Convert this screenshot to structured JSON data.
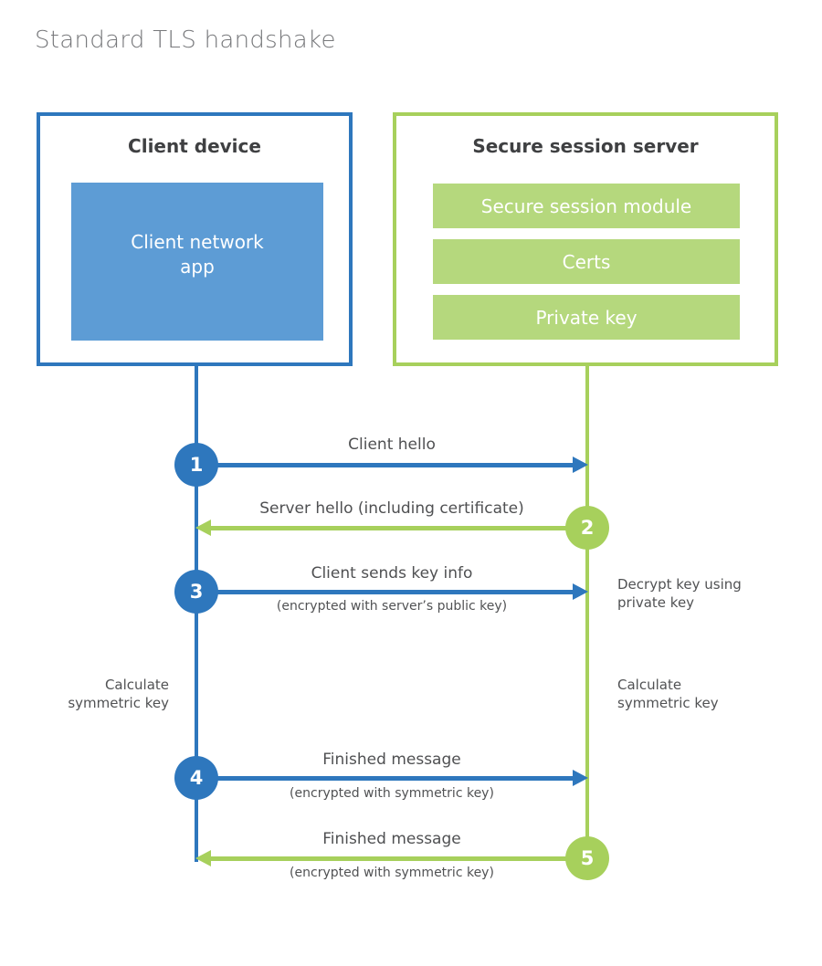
{
  "title": "Standard TLS handshake",
  "colors": {
    "blue": "#2e77bd",
    "blue_fill": "#5d9cd5",
    "green": "#a7d05c",
    "green_fill": "#b5d87d",
    "heading_text": "#3f4042",
    "label_text": "#4f5052",
    "title_text": "#77787b"
  },
  "client_box": {
    "title": "Client device",
    "module_label": "Client network\napp"
  },
  "server_box": {
    "title": "Secure session server",
    "modules": [
      "Secure session module",
      "Certs",
      "Private key"
    ]
  },
  "steps": [
    {
      "num": "1",
      "actor": "client",
      "direction": "right",
      "label": "Client hello",
      "sublabel": ""
    },
    {
      "num": "2",
      "actor": "server",
      "direction": "left",
      "label": "Server hello (including certificate)",
      "sublabel": ""
    },
    {
      "num": "3",
      "actor": "client",
      "direction": "right",
      "label": "Client sends key info",
      "sublabel": "(encrypted with server’s public key)"
    },
    {
      "num": "4",
      "actor": "client",
      "direction": "right",
      "label": "Finished message",
      "sublabel": "(encrypted with symmetric key)"
    },
    {
      "num": "5",
      "actor": "server",
      "direction": "left",
      "label": "Finished message",
      "sublabel": "(encrypted with symmetric key)"
    }
  ],
  "side_notes": {
    "decrypt": "Decrypt key using\nprivate key",
    "calc_left": "Calculate\nsymmetric key",
    "calc_right": "Calculate\nsymmetric key"
  }
}
